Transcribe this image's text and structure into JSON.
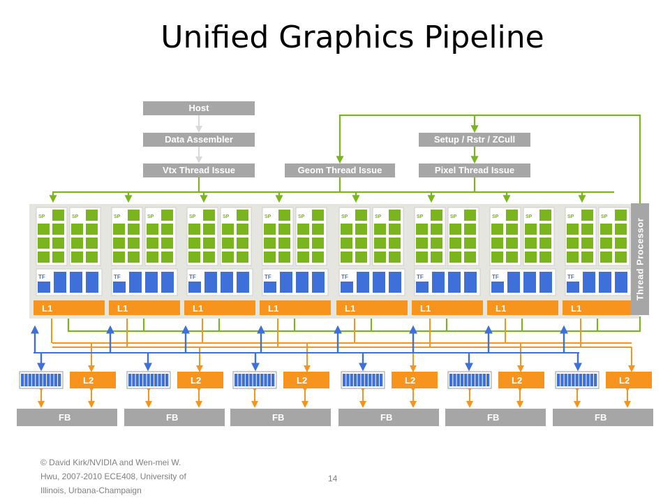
{
  "title": "Unified Graphics Pipeline",
  "pipeline": {
    "host": "Host",
    "data_assembler": "Data Assembler",
    "setup": "Setup / Rstr / ZCull",
    "vtx_issue": "Vtx Thread Issue",
    "geom_issue": "Geom Thread Issue",
    "pixel_issue": "Pixel Thread Issue",
    "thread_processor": "Thread Processor"
  },
  "cluster": {
    "sp_label": "SP",
    "tf_label": "TF",
    "l1_label": "L1",
    "count": 8
  },
  "memory": {
    "l2_label": "L2",
    "fb_label": "FB",
    "partitions": 6
  },
  "colors": {
    "green": "#7bb51e",
    "orange": "#f7941d",
    "blue": "#3f6fd8",
    "gray": "#a6a6a6",
    "panel": "#e6e6e0"
  },
  "footer": "© David Kirk/NVIDIA and Wen-mei W. Hwu, 2007-2010 ECE408, University of Illinois, Urbana-Champaign",
  "page_number": "14"
}
